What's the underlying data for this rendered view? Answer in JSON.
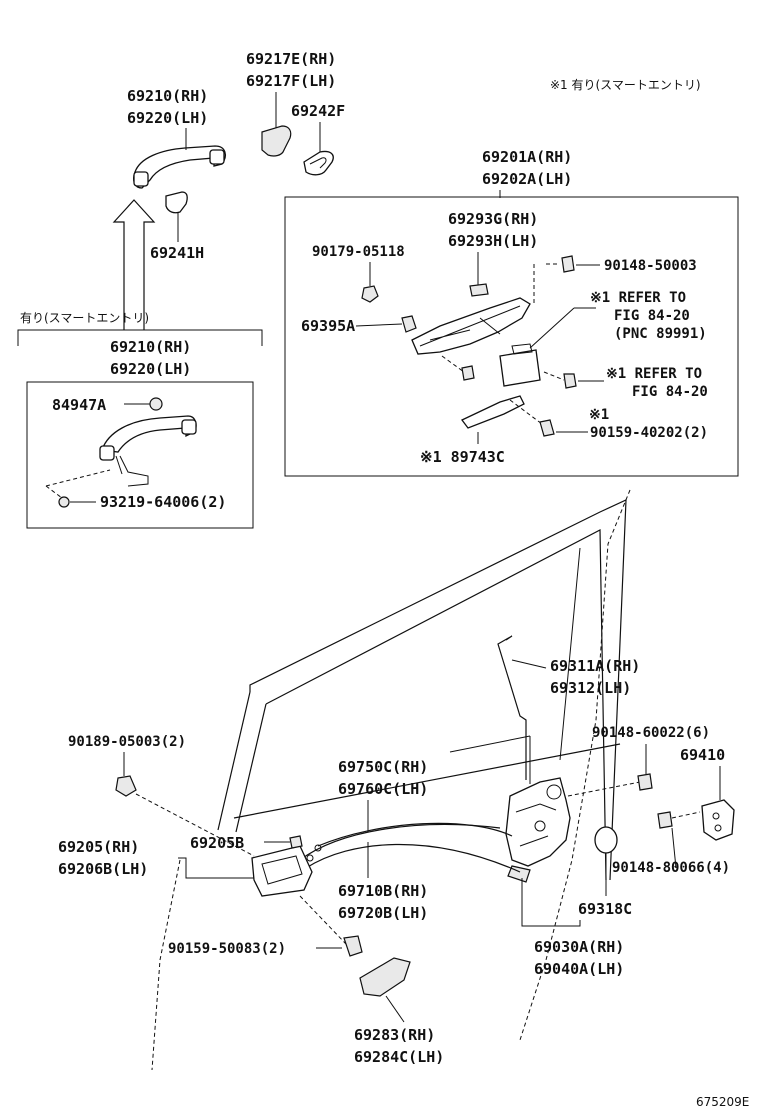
{
  "header_note": "※1 有り(スマートエントリ)",
  "smart_entry_label": "有り(スマートエントリ)",
  "figure_code": "675209E",
  "labels": {
    "p69217": [
      "69217E(RH)",
      "69217F(LH)"
    ],
    "p69210_top": [
      "69210(RH)",
      "69220(LH)"
    ],
    "p69242": "69242F",
    "p69241": "69241H",
    "p69201": [
      "69201A(RH)",
      "69202A(LH)"
    ],
    "p69293": [
      "69293G(RH)",
      "69293H(LH)"
    ],
    "p90179": "90179-05118",
    "p90148_50003": "90148-50003",
    "p69395": "69395A",
    "refer1": [
      "※1 REFER TO",
      "FIG 84-20",
      "(PNC 89991)"
    ],
    "refer2": [
      "※1 REFER TO",
      "FIG 84-20"
    ],
    "p90159_40202_mark": "※1",
    "p90159_40202": "90159-40202(2)",
    "p89743": "※1 89743C",
    "p69210_box": [
      "69210(RH)",
      "69220(LH)"
    ],
    "p84947": "84947A",
    "p93219": "93219-64006(2)",
    "p69311": [
      "69311A(RH)",
      "69312(LH)"
    ],
    "p90148_60022": "90148-60022(6)",
    "p69410": "69410",
    "p90189": "90189-05003(2)",
    "p69750": [
      "69750C(RH)",
      "69760C(LH)"
    ],
    "p69205B": "69205B",
    "p69205": [
      "69205(RH)",
      "69206B(LH)"
    ],
    "p90148_80066": "90148-80066(4)",
    "p69710": [
      "69710B(RH)",
      "69720B(LH)"
    ],
    "p69318": "69318C",
    "p90159_50083": "90159-50083(2)",
    "p69030": [
      "69030A(RH)",
      "69040A(LH)"
    ],
    "p69283": [
      "69283(RH)",
      "69284C(LH)"
    ]
  }
}
